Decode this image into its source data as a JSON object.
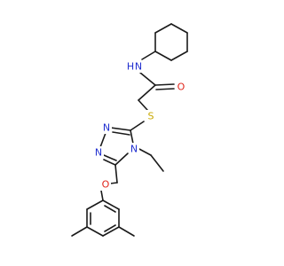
{
  "structure": {
    "colors": {
      "bond": "#1a1a1a",
      "carbon": "#1a1a1a",
      "nitrogen": "#1f2ecf",
      "oxygen": "#e0241a",
      "sulfur": "#c8a800",
      "background": "#ffffff"
    },
    "labels": {
      "amide_n": "N",
      "amide_h": "H",
      "carbonyl_o": "O",
      "thioether_s": "S",
      "triazole_n1": "N",
      "triazole_n2": "N",
      "triazole_n4": "N",
      "ether_o": "O"
    }
  }
}
